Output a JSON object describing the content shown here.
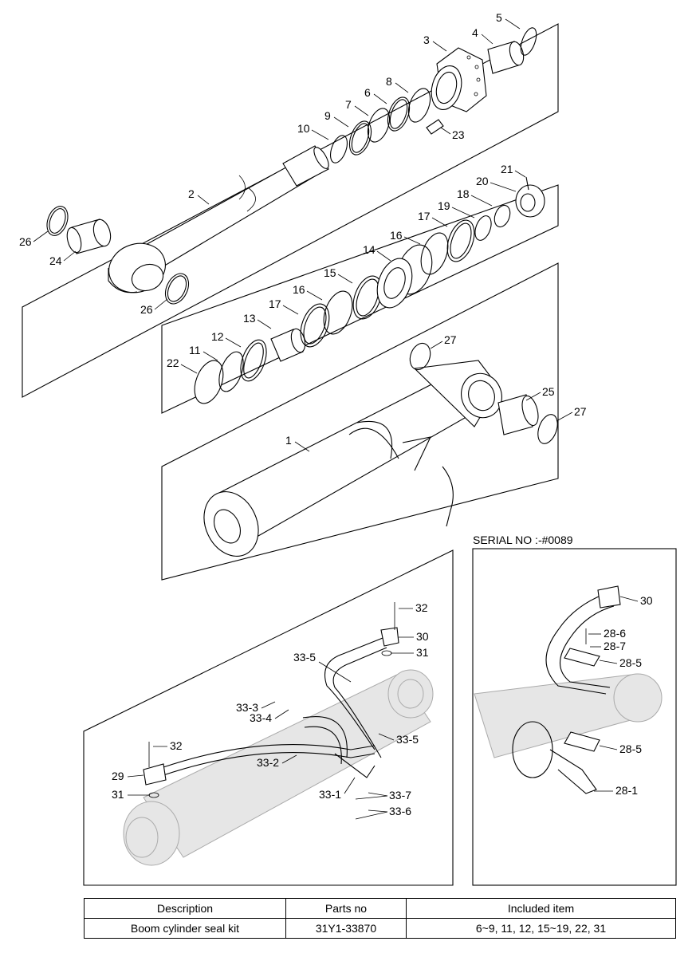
{
  "serial_note": "SERIAL NO :-#0089",
  "labels": {
    "l1": "1",
    "l2": "2",
    "l3": "3",
    "l4": "4",
    "l5": "5",
    "l6": "6",
    "l7": "7",
    "l8": "8",
    "l9": "9",
    "l10": "10",
    "l11": "11",
    "l12": "12",
    "l13": "13",
    "l14": "14",
    "l15": "15",
    "l16a": "16",
    "l16b": "16",
    "l17a": "17",
    "l17b": "17",
    "l18": "18",
    "l19": "19",
    "l20": "20",
    "l21": "21",
    "l22": "22",
    "l23": "23",
    "l24": "24",
    "l25": "25",
    "l26a": "26",
    "l26b": "26",
    "l27a": "27",
    "l27b": "27",
    "d1_32a": "32",
    "d1_30": "30",
    "d1_31a": "31",
    "d1_33_5a": "33-5",
    "d1_33_3": "33-3",
    "d1_33_4": "33-4",
    "d1_33_5b": "33-5",
    "d1_32b": "32",
    "d1_33_2": "33-2",
    "d1_29": "29",
    "d1_31b": "31",
    "d1_33_1": "33-1",
    "d1_33_7": "33-7",
    "d1_33_6": "33-6",
    "d2_30": "30",
    "d2_28_6": "28-6",
    "d2_28_7": "28-7",
    "d2_28_5a": "28-5",
    "d2_28_5b": "28-5",
    "d2_28_1": "28-1"
  },
  "kit_table": {
    "headers": {
      "description": "Description",
      "parts_no": "Parts no",
      "included": "Included item"
    },
    "rows": [
      {
        "description": "Boom cylinder seal kit",
        "parts_no": "31Y1-33870",
        "included": "6~9, 11, 12, 15~19, 22, 31"
      }
    ]
  }
}
